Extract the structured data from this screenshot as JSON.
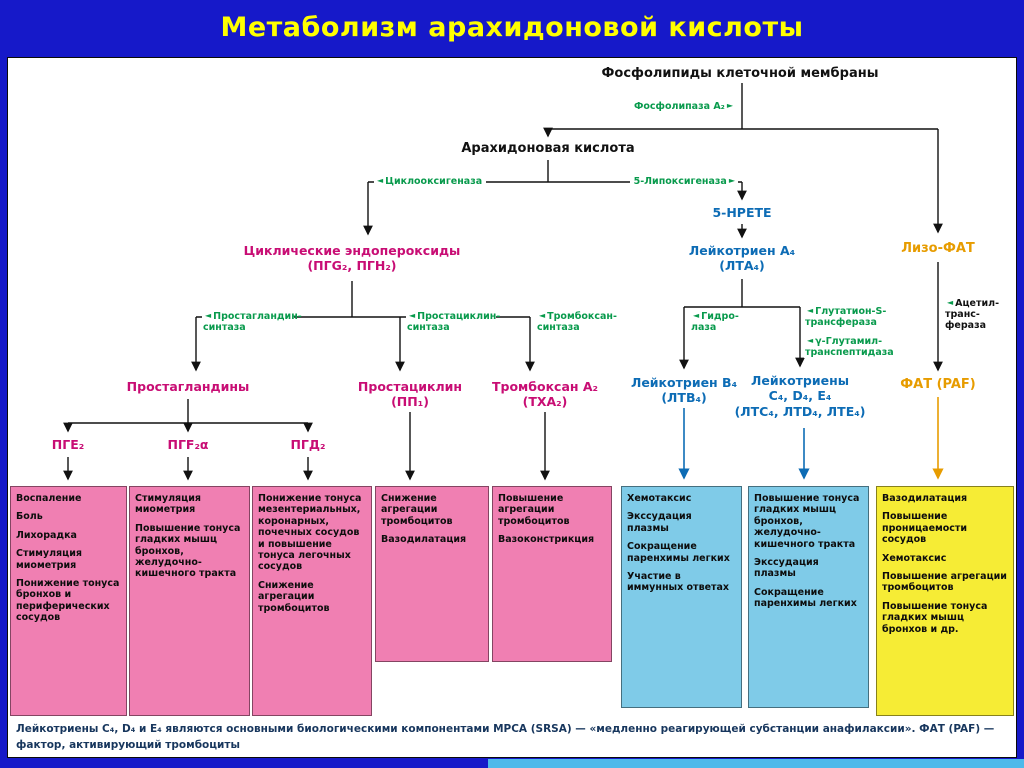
{
  "title": "Метаболизм арахидоновой кислоты",
  "icons": {
    "arrow_left": "◄",
    "arrow_right": "►"
  },
  "palette": {
    "header_blue": "#1619c9",
    "title_yellow": "#ffff00",
    "magenta": "#c80d74",
    "blue": "#0d6cb5",
    "orange": "#e79c00",
    "green": "#089a4c",
    "pink_box": "#f07fb2",
    "blue_box": "#7fcbe8",
    "yellow_box": "#f6ec35"
  },
  "nodes": {
    "phospholipids": {
      "label": "Фосфолипиды клеточной мембраны"
    },
    "arachidonic_acid": {
      "label": "Арахидоновая кислота"
    },
    "hpete": {
      "label": "5-HPETE"
    },
    "cyclic_endoperoxides": {
      "line1": "Циклические эндопероксиды",
      "line2": "(ПГG₂, ПГН₂)"
    },
    "leukotriene_a4": {
      "line1": "Лейкотриен А₄",
      "line2": "(ЛТА₄)"
    },
    "lyso_paf": {
      "label": "Лизо-ФАТ"
    },
    "paf": {
      "label": "ФАТ (PAF)"
    },
    "prostaglandins": {
      "label": "Простагландины"
    },
    "prostacyclin": {
      "line1": "Простациклин",
      "line2": "(ПП₁)"
    },
    "thromboxane": {
      "line1": "Тромбоксан А₂",
      "line2": "(ТХА₂)"
    },
    "pge2": {
      "label": "ПГЕ₂"
    },
    "pgf2a": {
      "label": "ПГF₂α"
    },
    "pgd2": {
      "label": "ПГД₂"
    },
    "leukotriene_b4": {
      "line1": "Лейкотриен В₄",
      "line2": "(ЛТВ₄)"
    },
    "leukotrienes_cde": {
      "line1": "Лейкотриены",
      "line2": "С₄, D₄, Е₄",
      "line3": "(ЛТС₄, ЛТD₄, ЛТЕ₄)"
    }
  },
  "enzymes": {
    "phospholipase": "Фосфолипаза А₂",
    "cyclooxygenase": "Циклооксигеназа",
    "lipoxygenase": "5-Липоксигеназа",
    "pg_synthase": "Простагландин-синтаза",
    "pgi_synthase": "Простациклин-синтаза",
    "tx_synthase": "Тромбоксан-синтаза",
    "hydrolase": "Гидро-лаза",
    "gst": "Глутатион-S-трансфераза",
    "ggt": "γ-Глутамил-транспептидаза",
    "acetyltransferase": "Ацетил-транс-фераза"
  },
  "effects": {
    "pge2": [
      "Воспаление",
      "Боль",
      "Лихорадка",
      "Стимуляция миометрия",
      "Понижение тонуса бронхов и периферических сосудов"
    ],
    "pgf2a": [
      "Стимуляция миометрия",
      "Повышение тонуса гладких мышц бронхов, желудочно-кишечного тракта"
    ],
    "pgd2": [
      "Понижение тонуса мезентериальных, коронарных, почечных сосудов и повышение тонуса легочных сосудов",
      "Снижение агрегации тромбоцитов"
    ],
    "prostacyclin": [
      "Снижение агрегации тромбоцитов",
      "Вазодилатация"
    ],
    "thromboxane": [
      "Повышение агрегации тромбоцитов",
      "Вазоконстрикция"
    ],
    "ltb4": [
      "Хемотаксис",
      "Экссудация плазмы",
      "Сокращение паренхимы легких",
      "Участие в иммунных ответах"
    ],
    "ltcde": [
      "Повышение тонуса гладких мышц бронхов, желудочно-кишечного тракта",
      "Экссудация плазмы",
      "Сокращение паренхимы легких"
    ],
    "paf": [
      "Вазодилатация",
      "Повышение проницаемости сосудов",
      "Хемотаксис",
      "Повышение агрегации тромбоцитов",
      "Повышение тонуса гладких мышц бронхов и др."
    ]
  },
  "footnote": "Лейкотриены С₄, D₄ и Е₄ являются основными биологическими компонентами МРСА (SRSA) — «медленно реагирующей субстанции анафилаксии». ФАТ (PAF) — фактор, активирующий тромбоциты"
}
